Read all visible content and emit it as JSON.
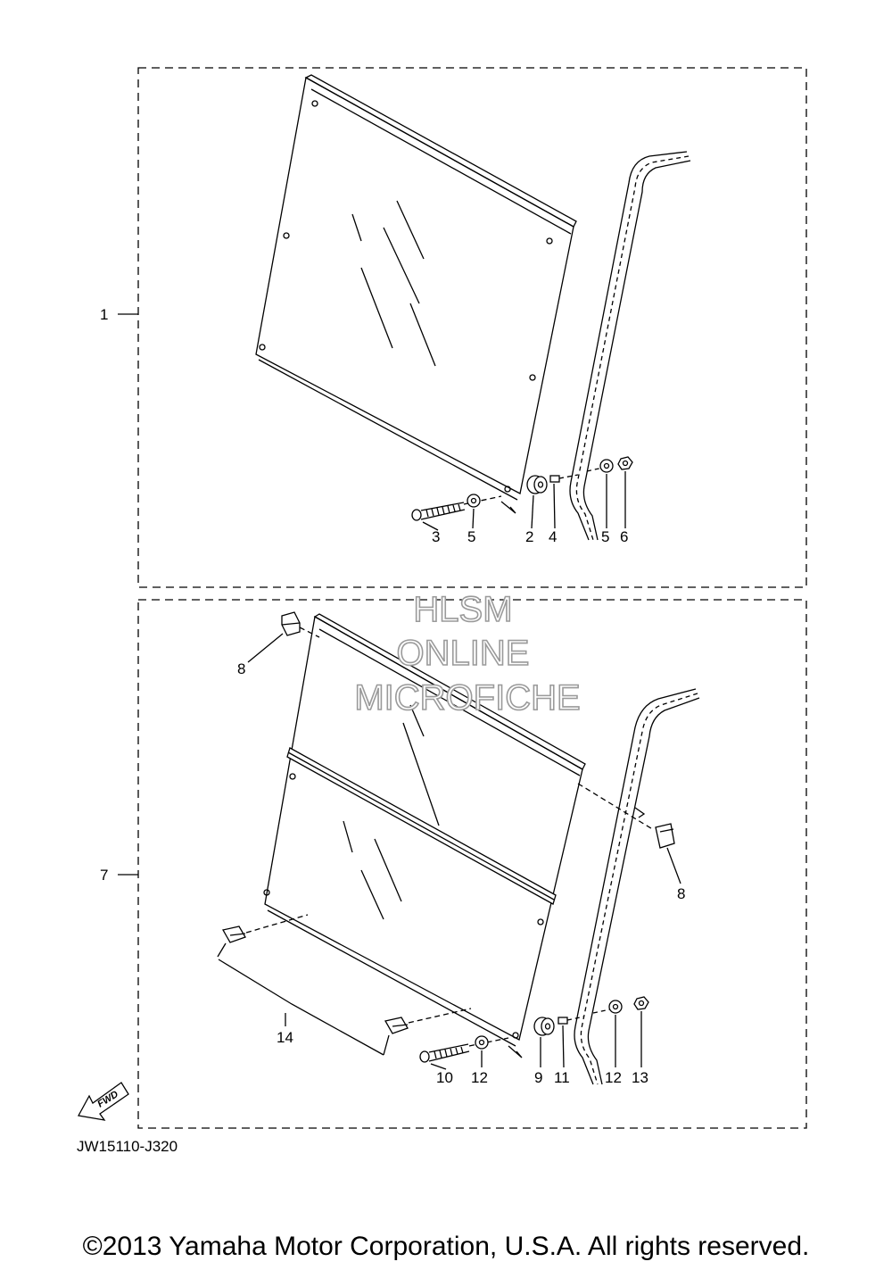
{
  "callouts": {
    "c1": "1",
    "c2": "2",
    "c3": "3",
    "c4": "4",
    "c5a": "5",
    "c5b": "5",
    "c6": "6",
    "c7": "7",
    "c8a": "8",
    "c8b": "8",
    "c9": "9",
    "c10": "10",
    "c11": "11",
    "c12a": "12",
    "c12b": "12",
    "c13": "13",
    "c14": "14"
  },
  "watermark": {
    "line1": "HLSM",
    "line2": "ONLINE",
    "line3": "MICROFICHE"
  },
  "fwd_label": "FWD",
  "diagram_code": "JW15110-J320",
  "copyright": "©2013 Yamaha Motor Corporation, U.S.A. All rights reserved.",
  "colors": {
    "line": "#000000",
    "watermark_outline": "#9a9a9a"
  }
}
